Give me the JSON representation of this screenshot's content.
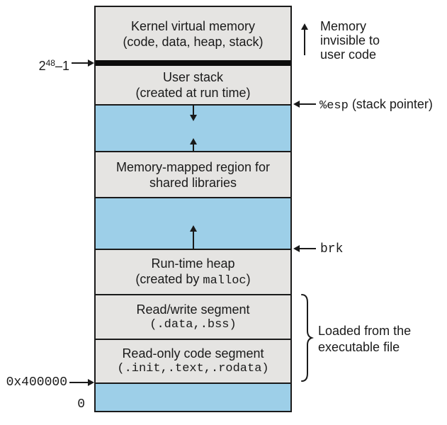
{
  "memory_box": {
    "kernel": {
      "line1": "Kernel virtual memory",
      "line2": "(code, data, heap, stack)"
    },
    "stack": {
      "line1": "User stack",
      "line2": "(created at run time)"
    },
    "memmap": {
      "line1": "Memory-mapped region for",
      "line2": "shared libraries"
    },
    "heap": {
      "line1": "Run-time heap",
      "line2_prefix": "(created by ",
      "line2_code": "malloc",
      "line2_suffix": ")"
    },
    "rw": {
      "line1": "Read/write segment",
      "line2": "(.data,.bss)"
    },
    "ro": {
      "line1": "Read-only code segment",
      "line2": "(.init,.text,.rodata)"
    }
  },
  "annotations": {
    "top_address": {
      "base": "2",
      "exponent": "48",
      "suffix": "–1"
    },
    "esp_pointer": {
      "code": "%esp",
      "rest": " (stack pointer)"
    },
    "brk_label": "brk",
    "base_address": "0x400000",
    "zero_address": "0",
    "memory_invisible": {
      "line1": "Memory",
      "line2": "invisible to",
      "line3": "user code"
    },
    "loaded_from": {
      "line1": "Loaded from the",
      "line2": "executable file"
    }
  },
  "colors": {
    "segment_gray": "#e5e4e2",
    "growth_blue": "#9dcfe8",
    "line_black": "#1a1a1a",
    "kernel_bar_black": "#0b0b0b",
    "background": "#ffffff"
  }
}
